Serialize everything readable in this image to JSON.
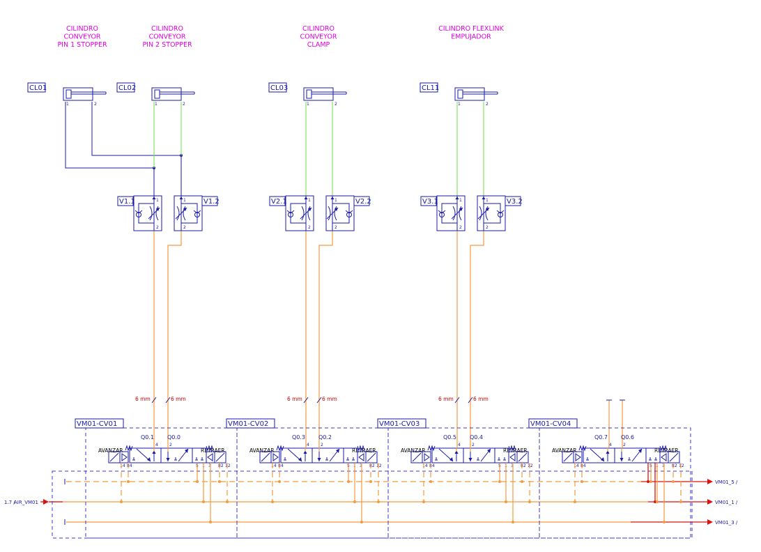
{
  "titles": [
    {
      "lines": [
        "CILINDRO",
        "CONVEYOR",
        "PIN 1 STOPPER"
      ]
    },
    {
      "lines": [
        "CILINDRO",
        "CONVEYOR",
        "PIN 2 STOPPER"
      ]
    },
    {
      "lines": [
        "CILINDRO",
        "CONVEYOR",
        "CLAMP"
      ]
    },
    {
      "lines": [
        "CILINDRO FLEXLINK",
        "EMPUJADOR"
      ]
    }
  ],
  "cylinders": [
    {
      "tag": "CL01",
      "port_a": "1",
      "port_b": "2"
    },
    {
      "tag": "CL02",
      "port_a": "1",
      "port_b": "2"
    },
    {
      "tag": "CL03",
      "port_a": "1",
      "port_b": "2"
    },
    {
      "tag": "CL11",
      "port_a": "1",
      "port_b": "2"
    }
  ],
  "flow_valves": [
    {
      "tag": "V1.1",
      "port_in": "1",
      "port_out": "2"
    },
    {
      "tag": "V1.2",
      "port_in": "1",
      "port_out": "2"
    },
    {
      "tag": "V2.1",
      "port_in": "1",
      "port_out": "2"
    },
    {
      "tag": "V2.2",
      "port_in": "1",
      "port_out": "2"
    },
    {
      "tag": "V3.1",
      "port_in": "1",
      "port_out": "2"
    },
    {
      "tag": "V3.2",
      "port_in": "1",
      "port_out": "2"
    }
  ],
  "tube_size_label": "6 mm",
  "valve_modules": [
    {
      "tag": "VM01-CV01",
      "q_left": "Q0.1",
      "q_right": "Q0.0",
      "label_left": "AVANZAR",
      "label_right": "RETRAER",
      "p14": "14",
      "p84": "84",
      "p82": "82",
      "p12": "12",
      "p4": "4",
      "p2": "2",
      "p5": "5",
      "p1": "1",
      "p3": "3"
    },
    {
      "tag": "VM01-CV02",
      "q_left": "Q0.3",
      "q_right": "Q0.2",
      "label_left": "AVANZAR",
      "label_right": "RETRAER",
      "p14": "14",
      "p84": "84",
      "p82": "82",
      "p12": "12",
      "p4": "4",
      "p2": "2",
      "p5": "5",
      "p1": "1",
      "p3": "3"
    },
    {
      "tag": "VM01-CV03",
      "q_left": "Q0.5",
      "q_right": "Q0.4",
      "label_left": "AVANZAR",
      "label_right": "RETRAER",
      "p14": "14",
      "p84": "84",
      "p82": "82",
      "p12": "12",
      "p4": "4",
      "p2": "2",
      "p5": "5",
      "p1": "1",
      "p3": "3"
    },
    {
      "tag": "VM01-CV04",
      "q_left": "Q0.7",
      "q_right": "Q0.6",
      "label_left": "AVANZAR",
      "label_right": "RETRAER",
      "p14": "14",
      "p84": "84",
      "p82": "82",
      "p12": "12",
      "p4": "4",
      "p2": "2",
      "p5": "5",
      "p1": "1",
      "p3": "3"
    }
  ],
  "air_input": {
    "ref": "1.7 /",
    "label": "AIR_VM01"
  },
  "bus_outputs": [
    "VM01_5 /",
    "VM01_1 /",
    "VM01_3 /"
  ],
  "colors": {
    "title": "#e000e0",
    "symbol": "#1a1aa8",
    "tube_upper": "#7ee05a",
    "tube_lower": "#f39a3a",
    "supply": "#dd1111"
  }
}
